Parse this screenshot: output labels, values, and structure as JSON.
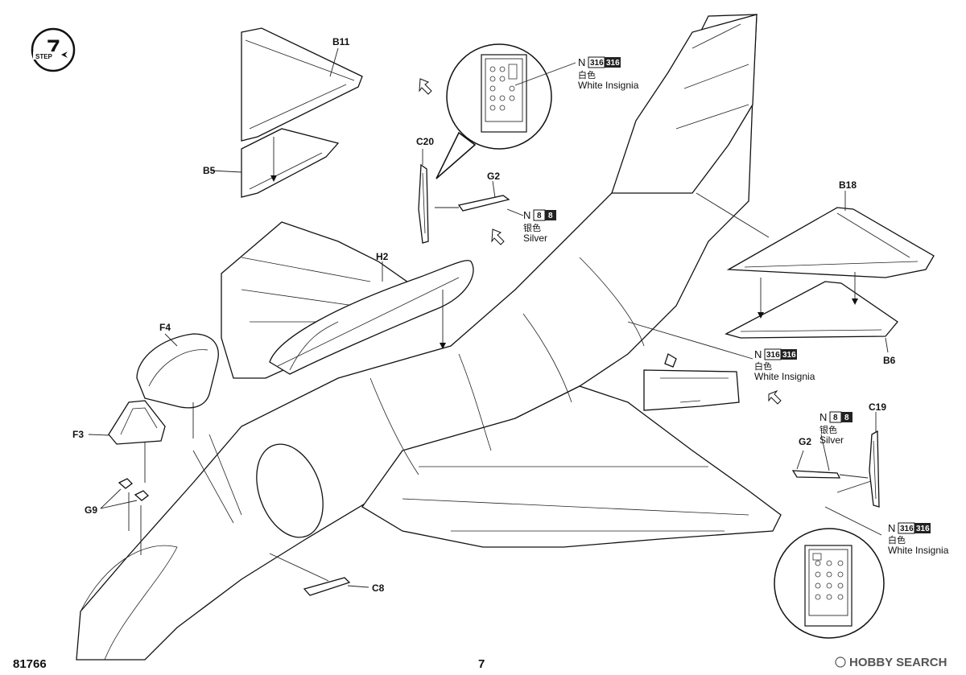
{
  "step": {
    "number": "7",
    "label": "STEP"
  },
  "parts": {
    "B11": "B11",
    "B5": "B5",
    "C20": "C20",
    "G2_top": "G2",
    "H2": "H2",
    "F4": "F4",
    "F3": "F3",
    "G9": "G9",
    "C8": "C8",
    "B18": "B18",
    "B6": "B6",
    "C19": "C19",
    "G2_right": "G2"
  },
  "paint_callouts": [
    {
      "id": "white-1",
      "letter": "N",
      "code_a": "316",
      "code_b": "316",
      "jp": "白色",
      "en": "White Insignia"
    },
    {
      "id": "silver-1",
      "letter": "N",
      "code_a": "8",
      "code_b": "8",
      "jp": "银色",
      "en": "Silver"
    },
    {
      "id": "white-2",
      "letter": "N",
      "code_a": "316",
      "code_b": "316",
      "jp": "白色",
      "en": "White Insignia"
    },
    {
      "id": "silver-2",
      "letter": "N",
      "code_a": "8",
      "code_b": "8",
      "jp": "银色",
      "en": "Silver"
    },
    {
      "id": "white-3",
      "letter": "N",
      "code_a": "316",
      "code_b": "316",
      "jp": "白色",
      "en": "White Insignia"
    }
  ],
  "footer": {
    "kit_number": "81766",
    "page_number": "7",
    "watermark": "HOBBY SEARCH"
  },
  "colors": {
    "ink": "#111111",
    "paper": "#ffffff",
    "dark_box": "#222222"
  }
}
